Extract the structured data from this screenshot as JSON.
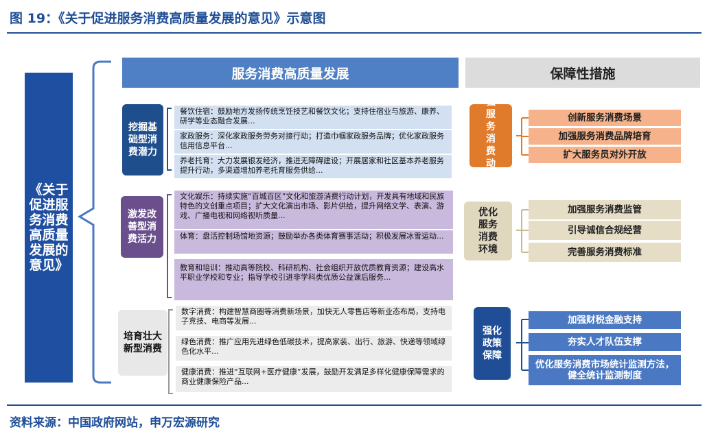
{
  "figure_title": "图 19：《关于促进服务消费高质量发展的意见》示意图",
  "source": "资料来源：中国政府网站，申万宏源研究",
  "root": "《关于促进服务消费高质量发展的意见》",
  "headers": {
    "left": "服务消费高质量发展",
    "right": "保障性措施"
  },
  "left_groups": [
    {
      "label": "挖掘基础型消费潜力",
      "items": [
        "餐饮住宿：鼓励地方发扬传统烹饪技艺和餐饮文化；支持住宿业与旅游、康养、研学等业态融合发展...",
        "家政服务：深化家政服务劳务对接行动；打造巾帼家政服务品牌；优化家政服务信用信息平台...",
        "养老托育：大力发展银发经济，推进无障碍建设；开展居家和社区基本养老服务提升行动，多渠道增加养老托育服务供给..."
      ]
    },
    {
      "label": "激发改善型消费活力",
      "items": [
        "文化娱乐：持续实施“百城百区”文化和旅游消费行动计划，开发具有地域和民族特色的文创重点项目；扩大文化演出市场、影片供给，提升网络文学、表演、游戏、广播电视和网络视听质量...",
        "体育：盘活控制场馆地资源；鼓励举办各类体育赛事活动；积极发展冰雪运动...",
        "教育和培训：推动高等院校、科研机构、社会组织开放优质教育资源；建设高水平职业学校和专业；指导学校引进非学科类优质公益课后服务..."
      ]
    },
    {
      "label": "培育壮大新型消费",
      "items": [
        "数字消费：构建智慧商圈等消费新场景，加快无人零售店等新业态布局，支持电子竞技、电商等发展...",
        "绿色消费：推广应用先进绿色低碳技术，提高家装、出行、旅游、快递等领域绿色化水平...",
        "健康消费：推进“互联网+医疗健康”发展，鼓励开发满足多样化健康保障需求的商业健康保险产品..."
      ]
    }
  ],
  "right_groups": [
    {
      "label": "强服务消费动",
      "items": [
        "创新服务消费场景",
        "加强服务消费品牌培育",
        "扩大服务员对外开放"
      ]
    },
    {
      "label": "优化服务消费环境",
      "items": [
        "加强服务消费监管",
        "引导诚信合规经营",
        "完善服务消费标准"
      ]
    },
    {
      "label": "强化政策保障",
      "items": [
        "加强财税金融支持",
        "夯实人才队伍支撑",
        "优化服务消费市场统计监测方法，健全统计监测制度"
      ]
    }
  ],
  "colors": {
    "navy": "#1f4e96",
    "header_blue": "#4f7fc4",
    "purple": "#6b4f8c",
    "orange": "#e07b2c",
    "light_blue": "#d2e0f2",
    "light_purple": "#c9b9dd",
    "light_orange": "#f6b38b",
    "beige": "#e6ddc6",
    "gray": "#dcdcdc"
  }
}
